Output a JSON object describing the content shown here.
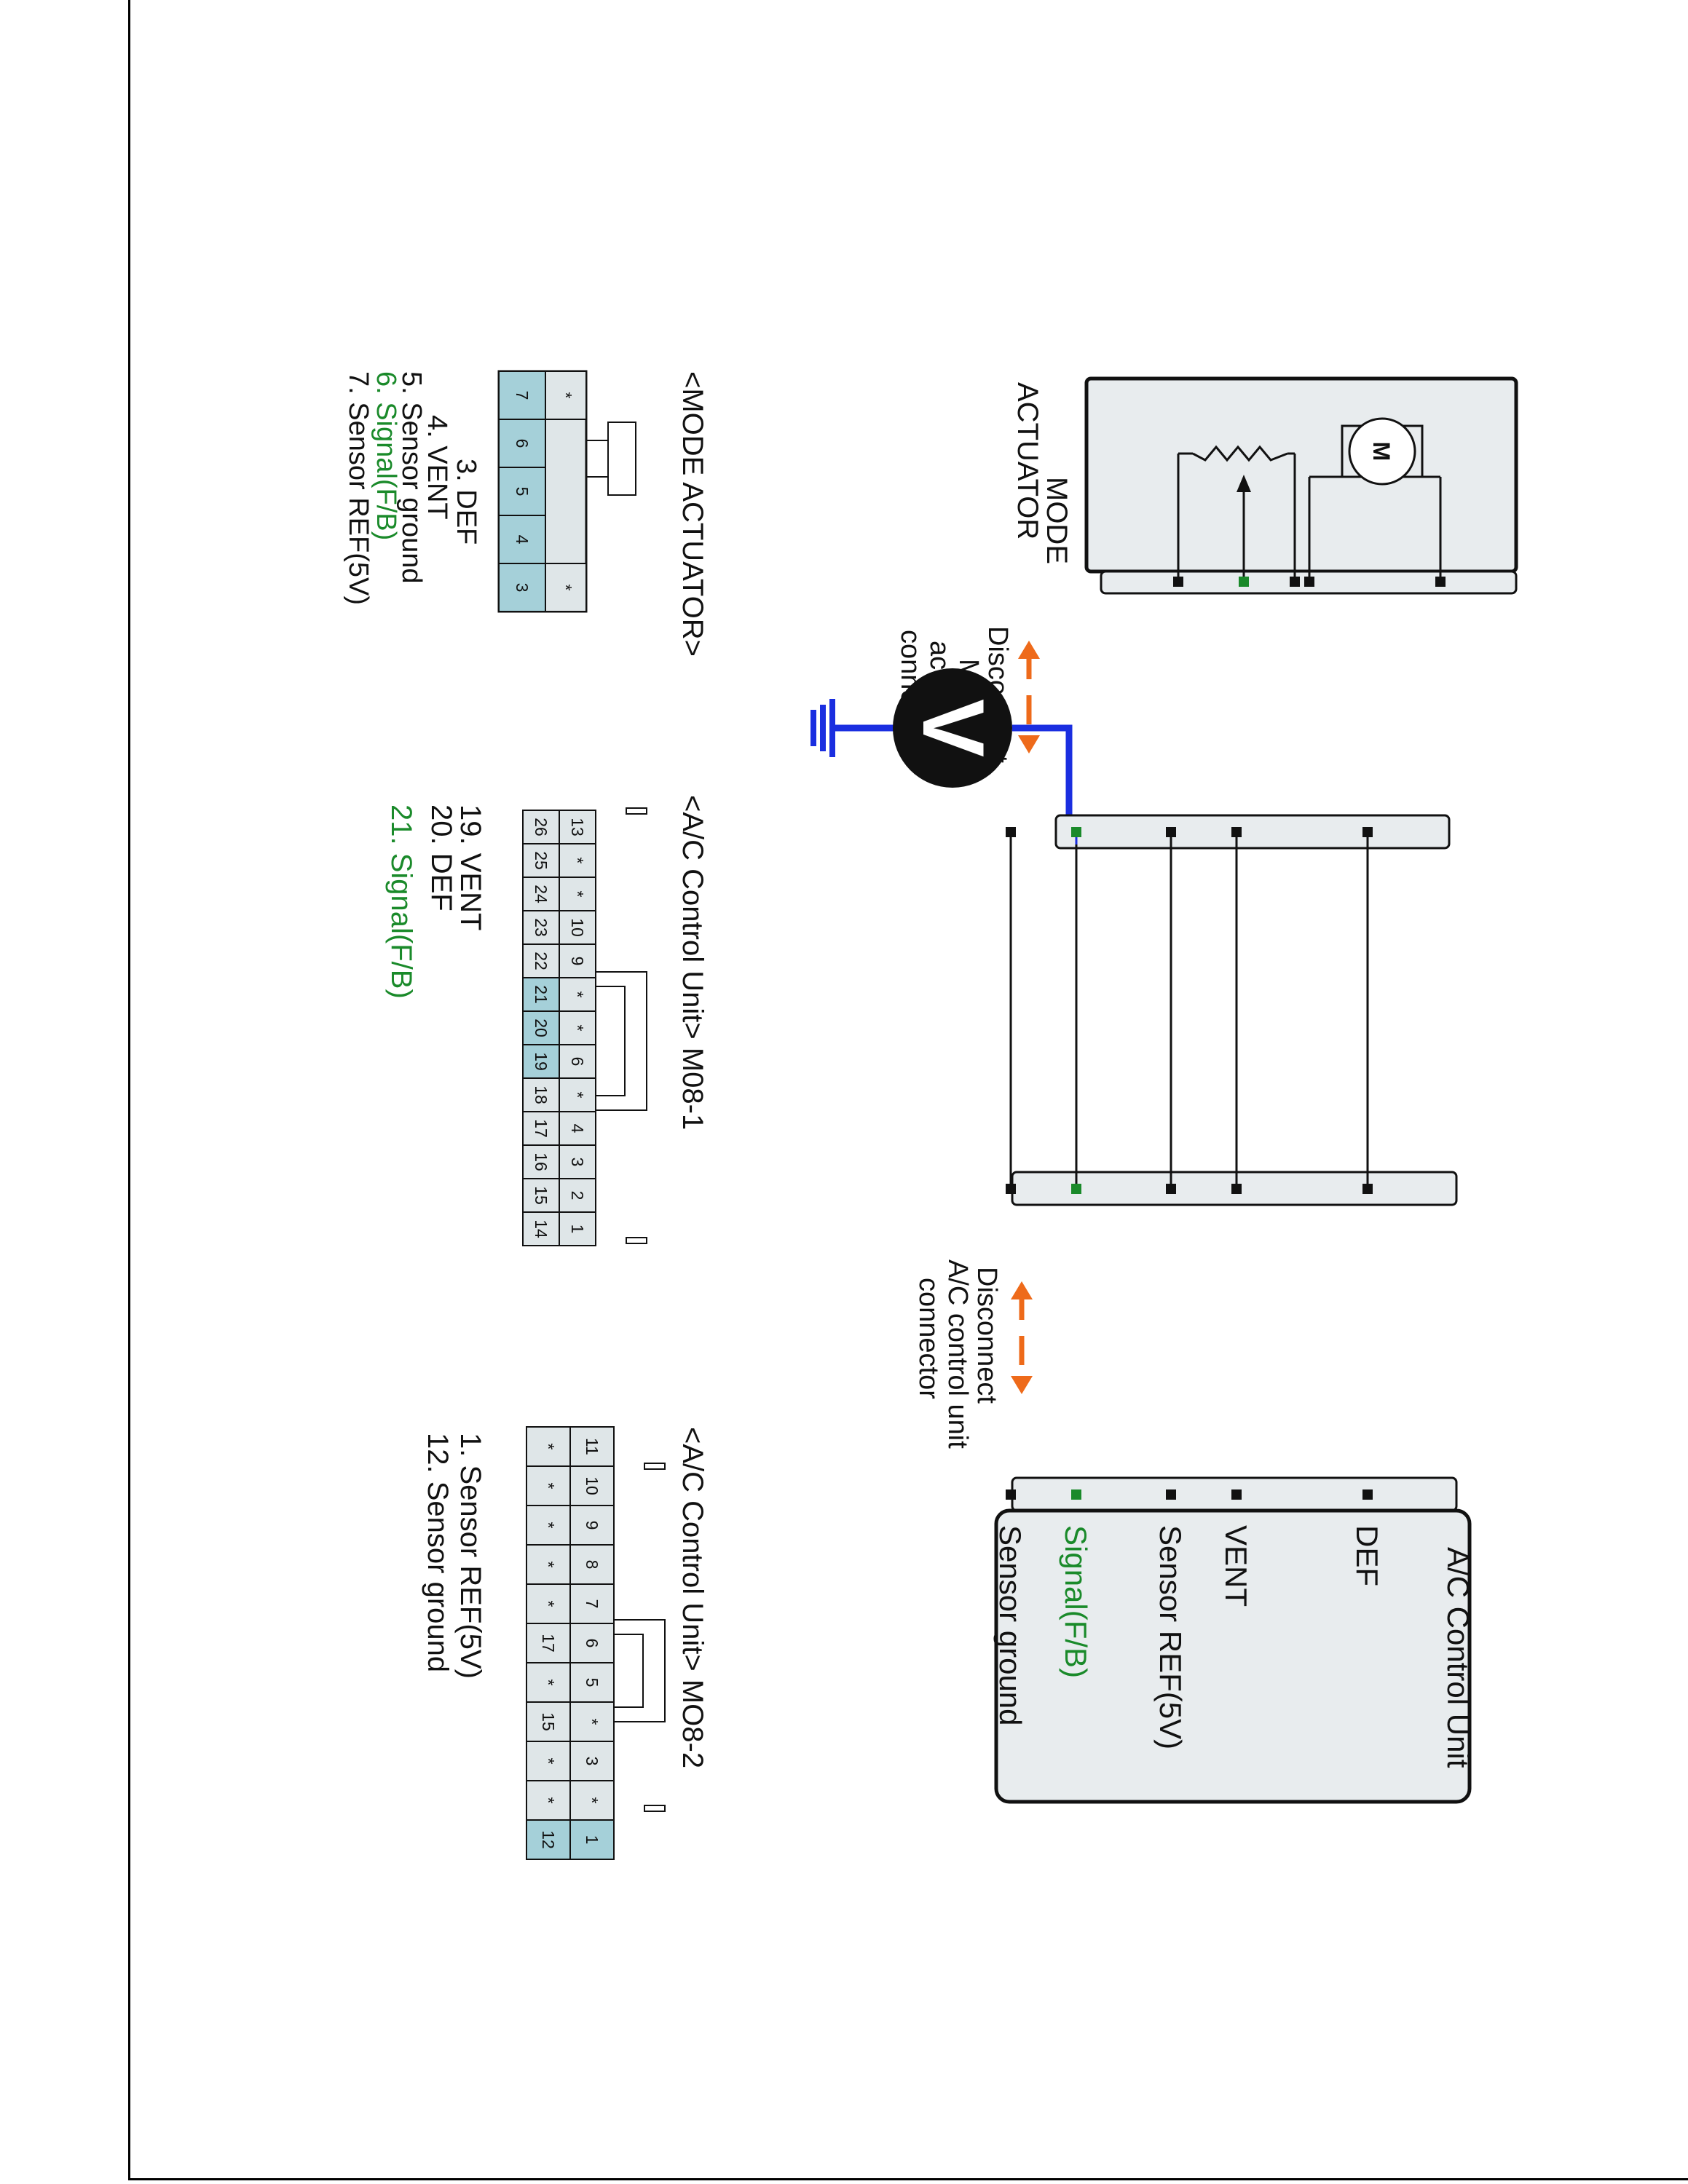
{
  "colors": {
    "signal": "#1a8a2a",
    "probe_wire": "#1a2ee0",
    "arrow": "#ee6a1a",
    "highlight_pin": "#a5d0d9",
    "pin": "#dfe6e8",
    "component_box": "#e8ecee",
    "meter": "#111111"
  },
  "mode_actuator": {
    "title_line1": "MODE",
    "title_line2": "ACTUATOR",
    "motor_label": "M"
  },
  "ac_control_unit": {
    "title": "A/C Control Unit",
    "pins": [
      "DEF",
      "VENT",
      "Sensor REF(5V)",
      "Signal(F/B)",
      "Sensor ground"
    ]
  },
  "disconnect_mode": [
    "Disconnect",
    "Mode",
    "actuator",
    "connector"
  ],
  "disconnect_ac": [
    "Disconnect",
    "A/C control unit",
    "connector"
  ],
  "voltmeter": {
    "label": "V",
    "icons": [
      "voltmeter-icon",
      "ground-icon",
      "motor-icon",
      "potentiometer-icon",
      "double-arrow-icon"
    ]
  },
  "connector_mode": {
    "title": "<MODE ACTUATOR>",
    "row_top": [
      "*",
      "*"
    ],
    "row_bottom": [
      "3",
      "4",
      "5",
      "6",
      "7"
    ],
    "legend": [
      "3. DEF",
      "4. VENT",
      "5. Sensor ground",
      "6. Signal(F/B)",
      "7. Sensor REF(5V)"
    ]
  },
  "connector_m08_1": {
    "title": "<A/C Control Unit> M08-1",
    "row_top": [
      "1",
      "2",
      "3",
      "4",
      "*",
      "6",
      "*",
      "*",
      "9",
      "10",
      "*",
      "*",
      "13"
    ],
    "row_bottom": [
      "14",
      "15",
      "16",
      "17",
      "18",
      "19",
      "20",
      "21",
      "22",
      "23",
      "24",
      "25",
      "26"
    ],
    "legend": [
      "19. VENT",
      "20. DEF",
      "21. Signal(F/B)"
    ]
  },
  "connector_m08_2": {
    "title": "<A/C Control Unit> MO8-2",
    "row_top": [
      "1",
      "*",
      "3",
      "*",
      "5",
      "6",
      "7",
      "8",
      "9",
      "10",
      "11"
    ],
    "row_bottom": [
      "12",
      "*",
      "*",
      "15",
      "*",
      "17",
      "*",
      "*",
      "*",
      "*",
      "*"
    ],
    "legend": [
      "1. Sensor REF(5V)",
      "12. Sensor ground"
    ]
  }
}
